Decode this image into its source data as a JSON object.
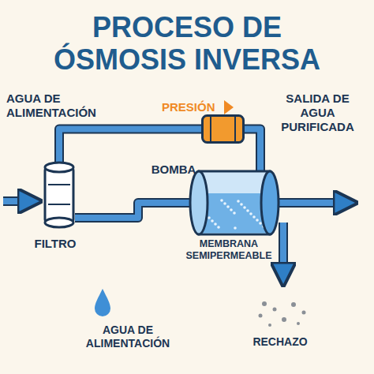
{
  "diagram": {
    "title": "PROCESO DE ÓSMOSIS INVERSA",
    "nodes": [
      {
        "text": [
          "FILTRO"
        ]
      },
      {
        "text": [
          "BOMBA"
        ]
      },
      {
        "text": [
          "MEMBRANA SEMIPERMEABLE"
        ]
      }
    ],
    "edges": [
      {
        "from": 0,
        "to": 1,
        "arrow": "none"
      },
      {
        "from": 1,
        "to": 2,
        "arrow": "none"
      },
      {
        "from": 0,
        "to": 2,
        "arrow": "none"
      }
    ],
    "labels": [
      "AGUA DE ALIMENTACIÓN",
      "PRESIÓN",
      "SALIDA DE AGUA PURIFICADA",
      "AGUA DE ALIMENTACIÓN",
      "RECHAZO"
    ]
  }
}
